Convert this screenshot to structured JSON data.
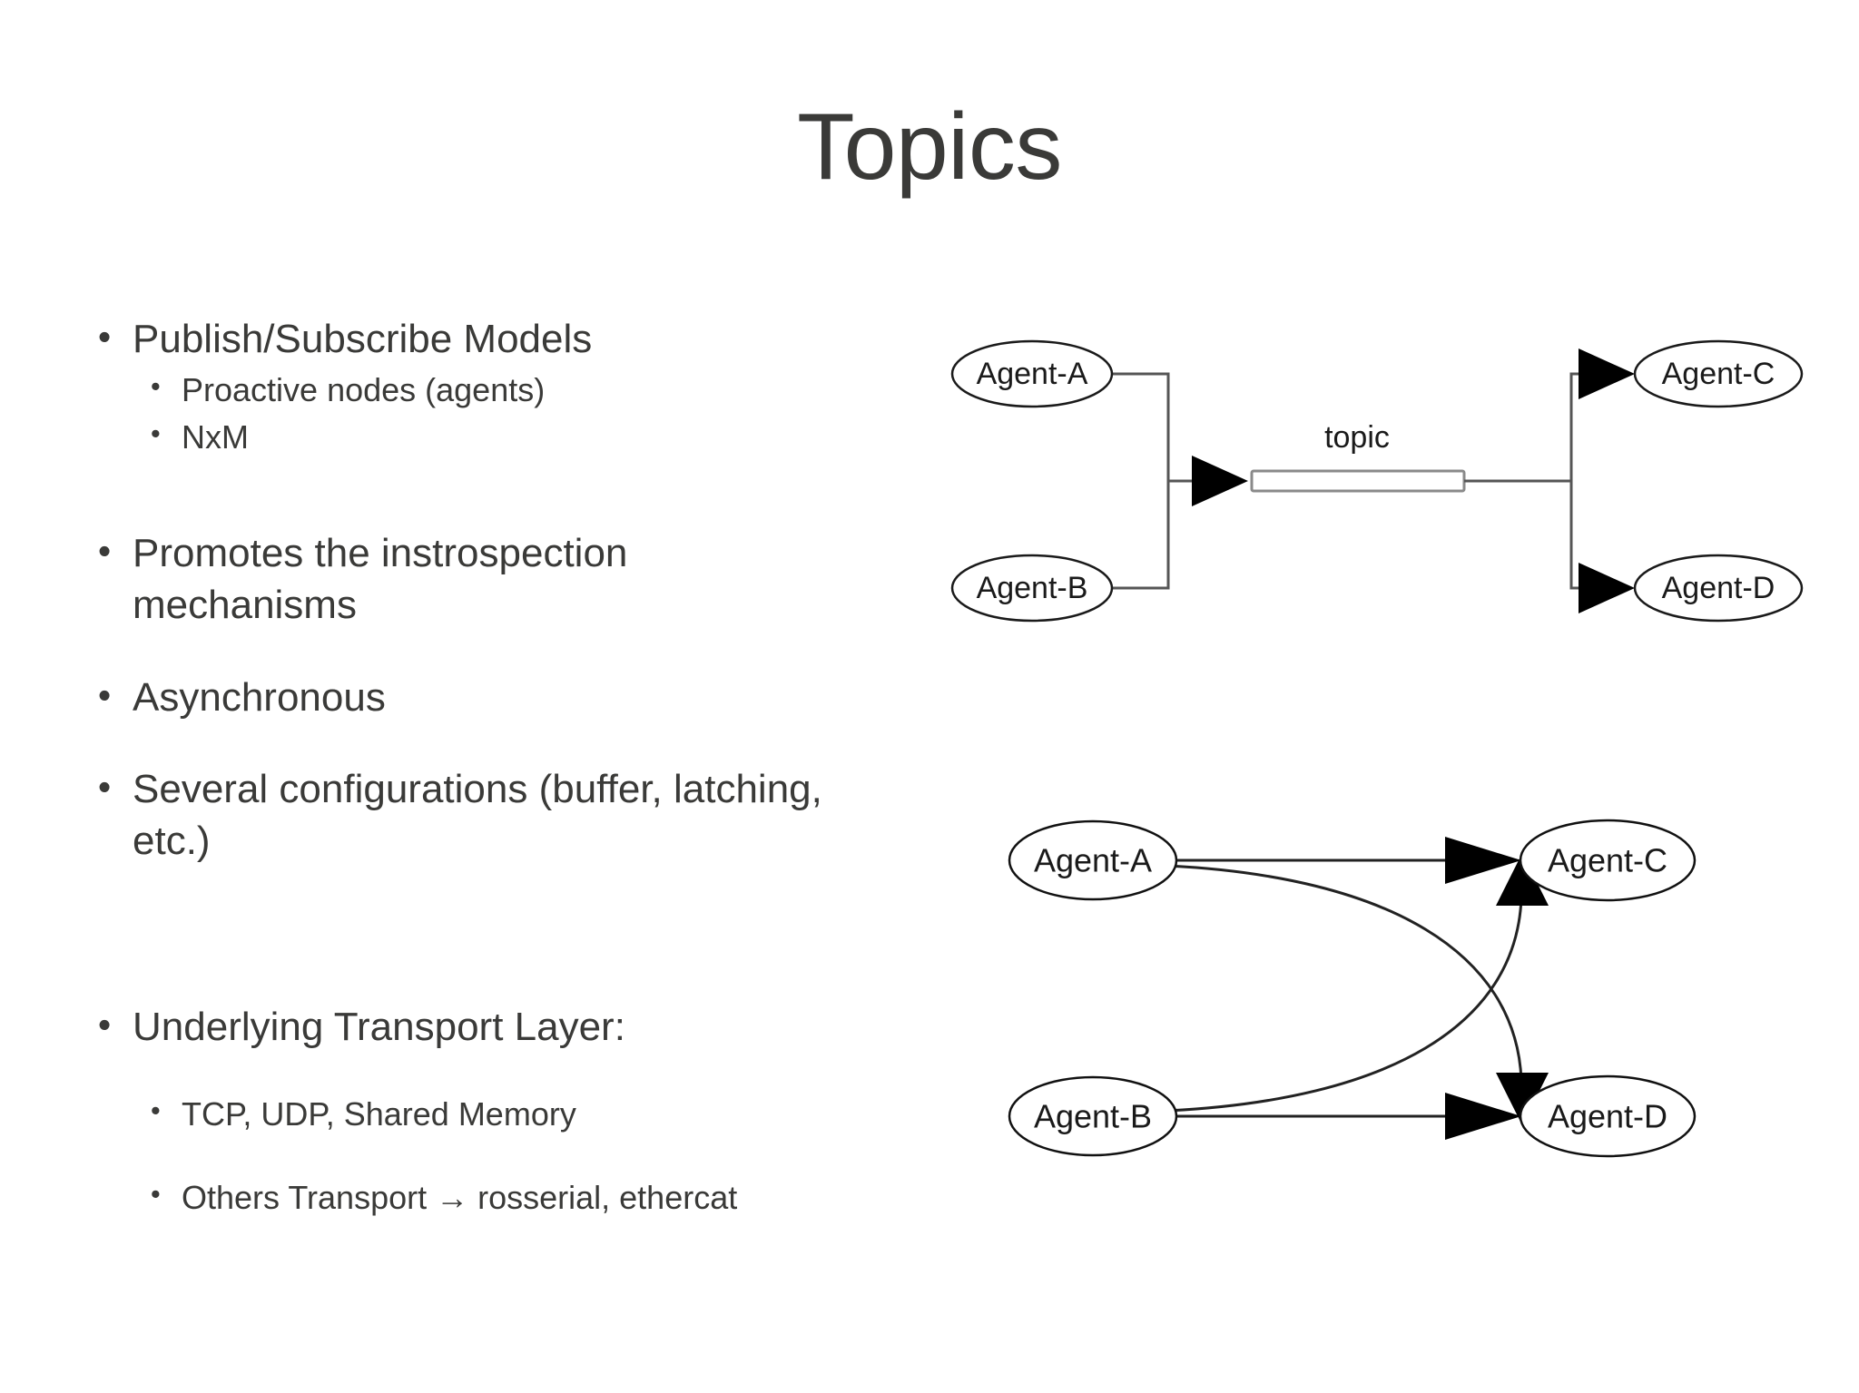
{
  "slide": {
    "title": "Topics",
    "title_color": "#3a3a38",
    "background_color": "#ffffff"
  },
  "bullets": [
    {
      "level": 1,
      "text": "Publish/Subscribe Models"
    },
    {
      "level": 2,
      "text": "Proactive nodes (agents)"
    },
    {
      "level": 2,
      "text": "NxM"
    },
    {
      "level": 1,
      "text": "Promotes the instrospection mechanisms"
    },
    {
      "level": 1,
      "text": "Asynchronous"
    },
    {
      "level": 1,
      "text": "Several configurations (buffer, latching, etc.)"
    },
    {
      "level": 1,
      "text": "Underlying Transport Layer:"
    },
    {
      "level": 2,
      "text": "TCP, UDP, Shared Memory"
    },
    {
      "level": 2,
      "text": "Others Transport → rosserial, ethercat"
    }
  ],
  "bullet_marker": "•",
  "diagram_topic": {
    "name": "publish-subscribe-topic-diagram",
    "publishers": [
      "Agent-A",
      "Agent-B"
    ],
    "subscribers": [
      "Agent-C",
      "Agent-D"
    ],
    "channel_label": "topic",
    "stroke_color": "#555555",
    "node_stroke": "#1a1a1a",
    "arrow_fill": "#000000"
  },
  "diagram_direct": {
    "name": "direct-connections-diagram",
    "sources": [
      "Agent-A",
      "Agent-B"
    ],
    "targets": [
      "Agent-C",
      "Agent-D"
    ],
    "edges": [
      {
        "from": "Agent-A",
        "to": "Agent-C"
      },
      {
        "from": "Agent-B",
        "to": "Agent-D"
      },
      {
        "from": "Agent-A",
        "to": "Agent-D"
      },
      {
        "from": "Agent-B",
        "to": "Agent-C"
      }
    ],
    "stroke_color": "#222222",
    "node_stroke": "#111111",
    "arrow_fill": "#000000"
  }
}
